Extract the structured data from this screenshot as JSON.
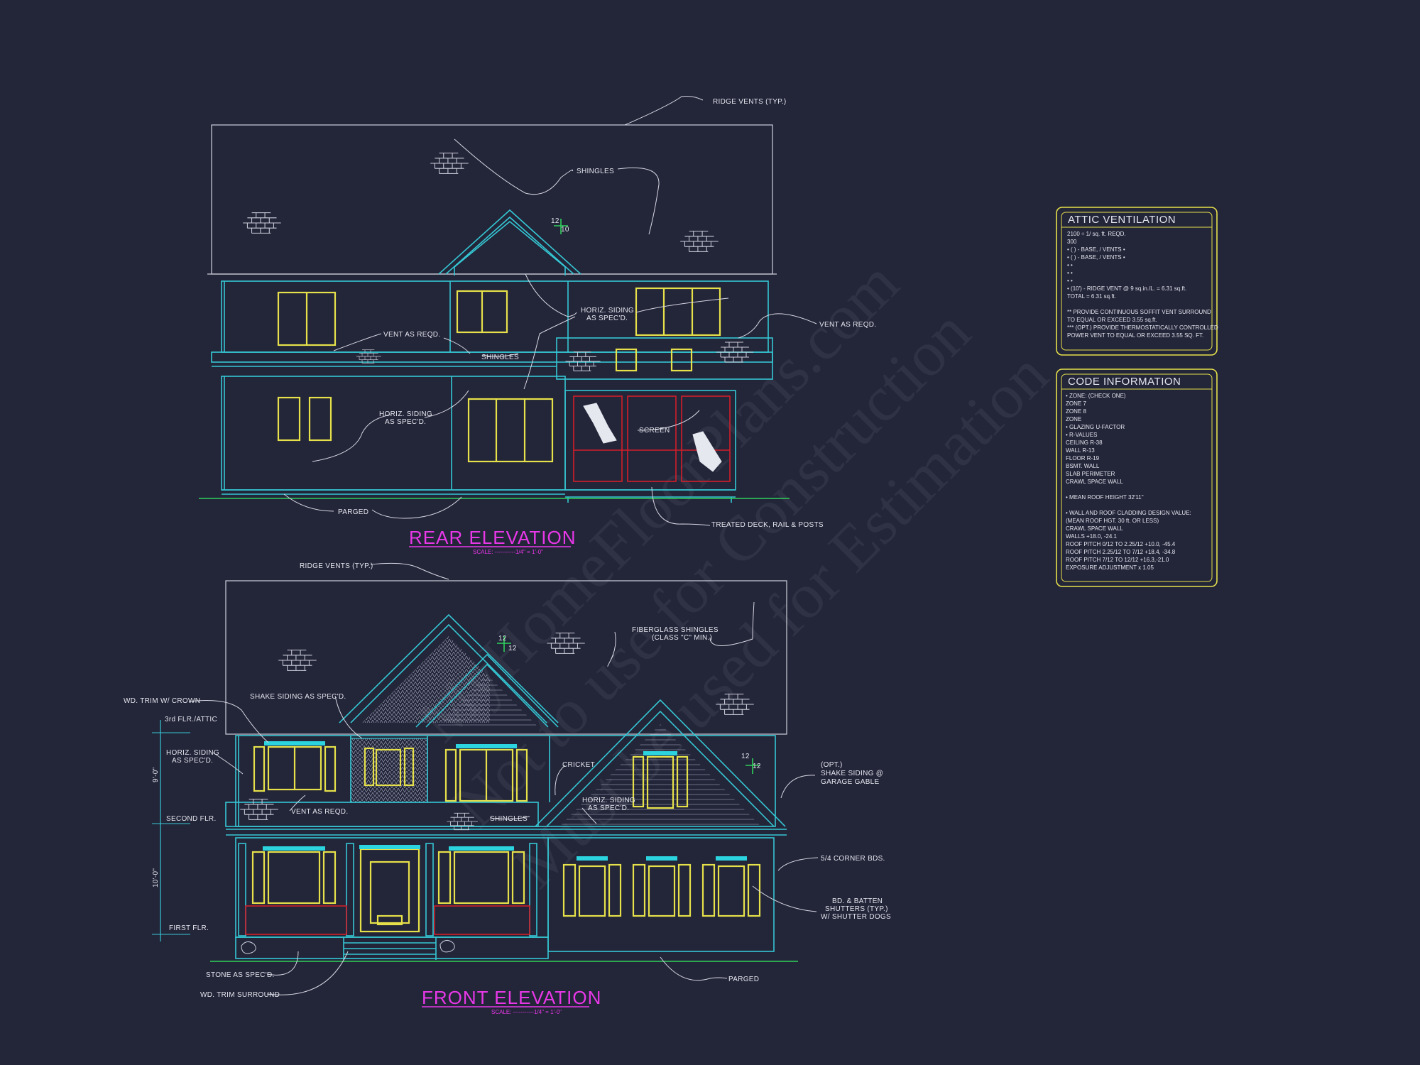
{
  "rear_elevation": {
    "title": "REAR ELEVATION",
    "scale": "SCALE: -----------1/4\" = 1'-0\"",
    "labels": {
      "ridge_vents": "RIDGE VENTS (TYP.)",
      "shingles": "SHINGLES",
      "horiz_siding_1": "HORIZ. SIDING",
      "horiz_siding_1b": "AS SPEC'D.",
      "vent_reqd_right": "VENT AS REQD.",
      "vent_reqd_left": "VENT AS REQD.",
      "shingles_2": "SHINGLES",
      "horiz_siding_2": "HORIZ. SIDING",
      "horiz_siding_2b": "AS SPEC'D.",
      "screen": "SCREEN",
      "parged": "PARGED",
      "deck": "TREATED DECK, RAIL & POSTS",
      "pitch_a": "12",
      "pitch_b": "10"
    }
  },
  "front_elevation": {
    "title": "FRONT ELEVATION",
    "scale": "SCALE: -----------1/4\" = 1'-0\"",
    "labels": {
      "ridge_vents": "RIDGE VENTS (TYP.)",
      "fiberglass_1": "FIBERGLASS SHINGLES",
      "fiberglass_2": "(CLASS \"C\" MIN.)",
      "wd_trim_crown": "WD. TRIM W/ CROWN",
      "shake_siding": "SHAKE SIDING AS SPEC'D.",
      "third_flr": "3rd FLR./ATTIC",
      "horiz_siding_1": "HORIZ. SIDING",
      "horiz_siding_1b": "AS SPEC'D.",
      "dim_upper": "9'-0\"",
      "dim_lower": "10'-0\"",
      "second_flr": "SECOND FLR.",
      "first_flr": "FIRST FLR.",
      "cricket": "CRICKET",
      "vent_reqd": "VENT AS REQD.",
      "shingles": "SHINGLES",
      "horiz_siding_2": "HORIZ. SIDING",
      "horiz_siding_2b": "AS SPEC'D.",
      "opt_1": "(OPT.)",
      "opt_2": "SHAKE SIDING @",
      "opt_3": "GARAGE GABLE",
      "corner_bds": "5/4 CORNER BDS.",
      "shutters_1": "BD. & BATTEN",
      "shutters_2": "SHUTTERS (TYP.)",
      "shutters_3": "W/ SHUTTER DOGS",
      "stone": "STONE AS SPEC'D.",
      "trim_surround": "WD. TRIM SURROUND",
      "parged": "PARGED",
      "pitch_a": "12",
      "pitch_b": "12",
      "pitch_c": "12",
      "pitch_d": "12"
    }
  },
  "attic_ventilation": {
    "title": "ATTIC VENTILATION",
    "lines": [
      "2100 ÷ 1/ sq. ft.  REQD.",
      "300",
      "• (   ) -          BASE,     /    VENTS   •",
      "• (   ) -          BASE,     /    VENTS   •",
      "•                                                   •",
      "•                                                   •",
      "•                                                   •",
      "• (10') - RIDGE VENT @ 9 sq.in./L.        = 6.31 sq.ft.",
      "                                    TOTAL     =  6.31 sq.ft.",
      "",
      "** PROVIDE CONTINUOUS SOFFIT VENT SURROUND",
      "     TO EQUAL OR EXCEED  3.55 sq.ft.",
      "*** (OPT.) PROVIDE THERMOSTATICALLY CONTROLLED",
      "     POWER VENT TO EQUAL OR EXCEED 3.55 SQ. FT."
    ]
  },
  "code_information": {
    "title": "CODE INFORMATION",
    "lines": [
      "• ZONE: (CHECK ONE)",
      "      ZONE 7",
      "      ZONE 8",
      "      ZONE",
      "• GLAZING U-FACTOR",
      "• R-VALUES",
      "      CEILING                 R-38",
      "      WALL                     R-13",
      "      FLOOR                   R-19",
      "      BSMT. WALL",
      "      SLAB PERIMETER",
      "      CRAWL SPACE WALL",
      "",
      "• MEAN ROOF HEIGHT   32'11\"",
      "",
      "• WALL AND ROOF CLADDING DESIGN VALUE:",
      "   (MEAN ROOF HGT. 30 ft. OR LESS)",
      "      CRAWL SPACE WALL",
      "      WALLS                        +18.0, -24.1",
      "      ROOF PITCH 0/12 TO 2.25/12   +10.0, -45.4",
      "      ROOF PITCH 2.25/12 TO 7/12   +18.4, -34.8",
      "      ROOF PITCH 7/12 TO 12/12     +16.3,-21.0",
      "      EXPOSURE ADJUSTMENT          x 1.05"
    ]
  },
  "watermark": {
    "line1": "MyHomeFloorPlans.com",
    "line2": "Not to use for Construction",
    "line3": "Must be used for Estimation"
  },
  "colors": {
    "background": "#232539",
    "outline": "#35c7d3",
    "windows": "#e6e14a",
    "titles": "#e838e8",
    "grade": "#2fd15a",
    "railing": "#d21e2a"
  }
}
